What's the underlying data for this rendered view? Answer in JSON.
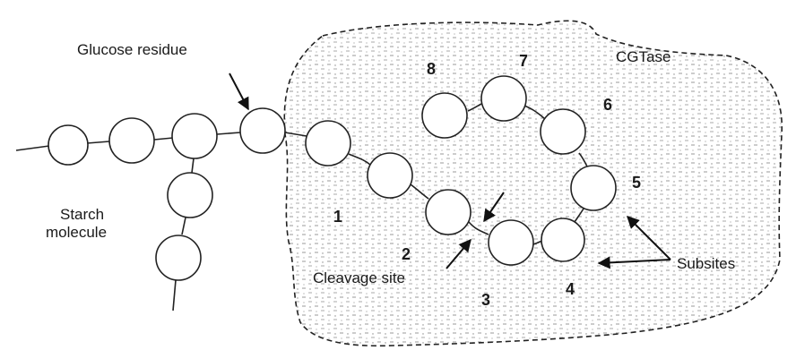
{
  "labels": {
    "glucose_residue": "Glucose residue",
    "enzyme": "CGTase",
    "starch_line1": "Starch",
    "starch_line2": "molecule",
    "cleavage_site": "Cleavage site",
    "subsites": "Subsites"
  },
  "subsite_numbers": [
    "1",
    "2",
    "3",
    "4",
    "5",
    "6",
    "7",
    "8"
  ]
}
